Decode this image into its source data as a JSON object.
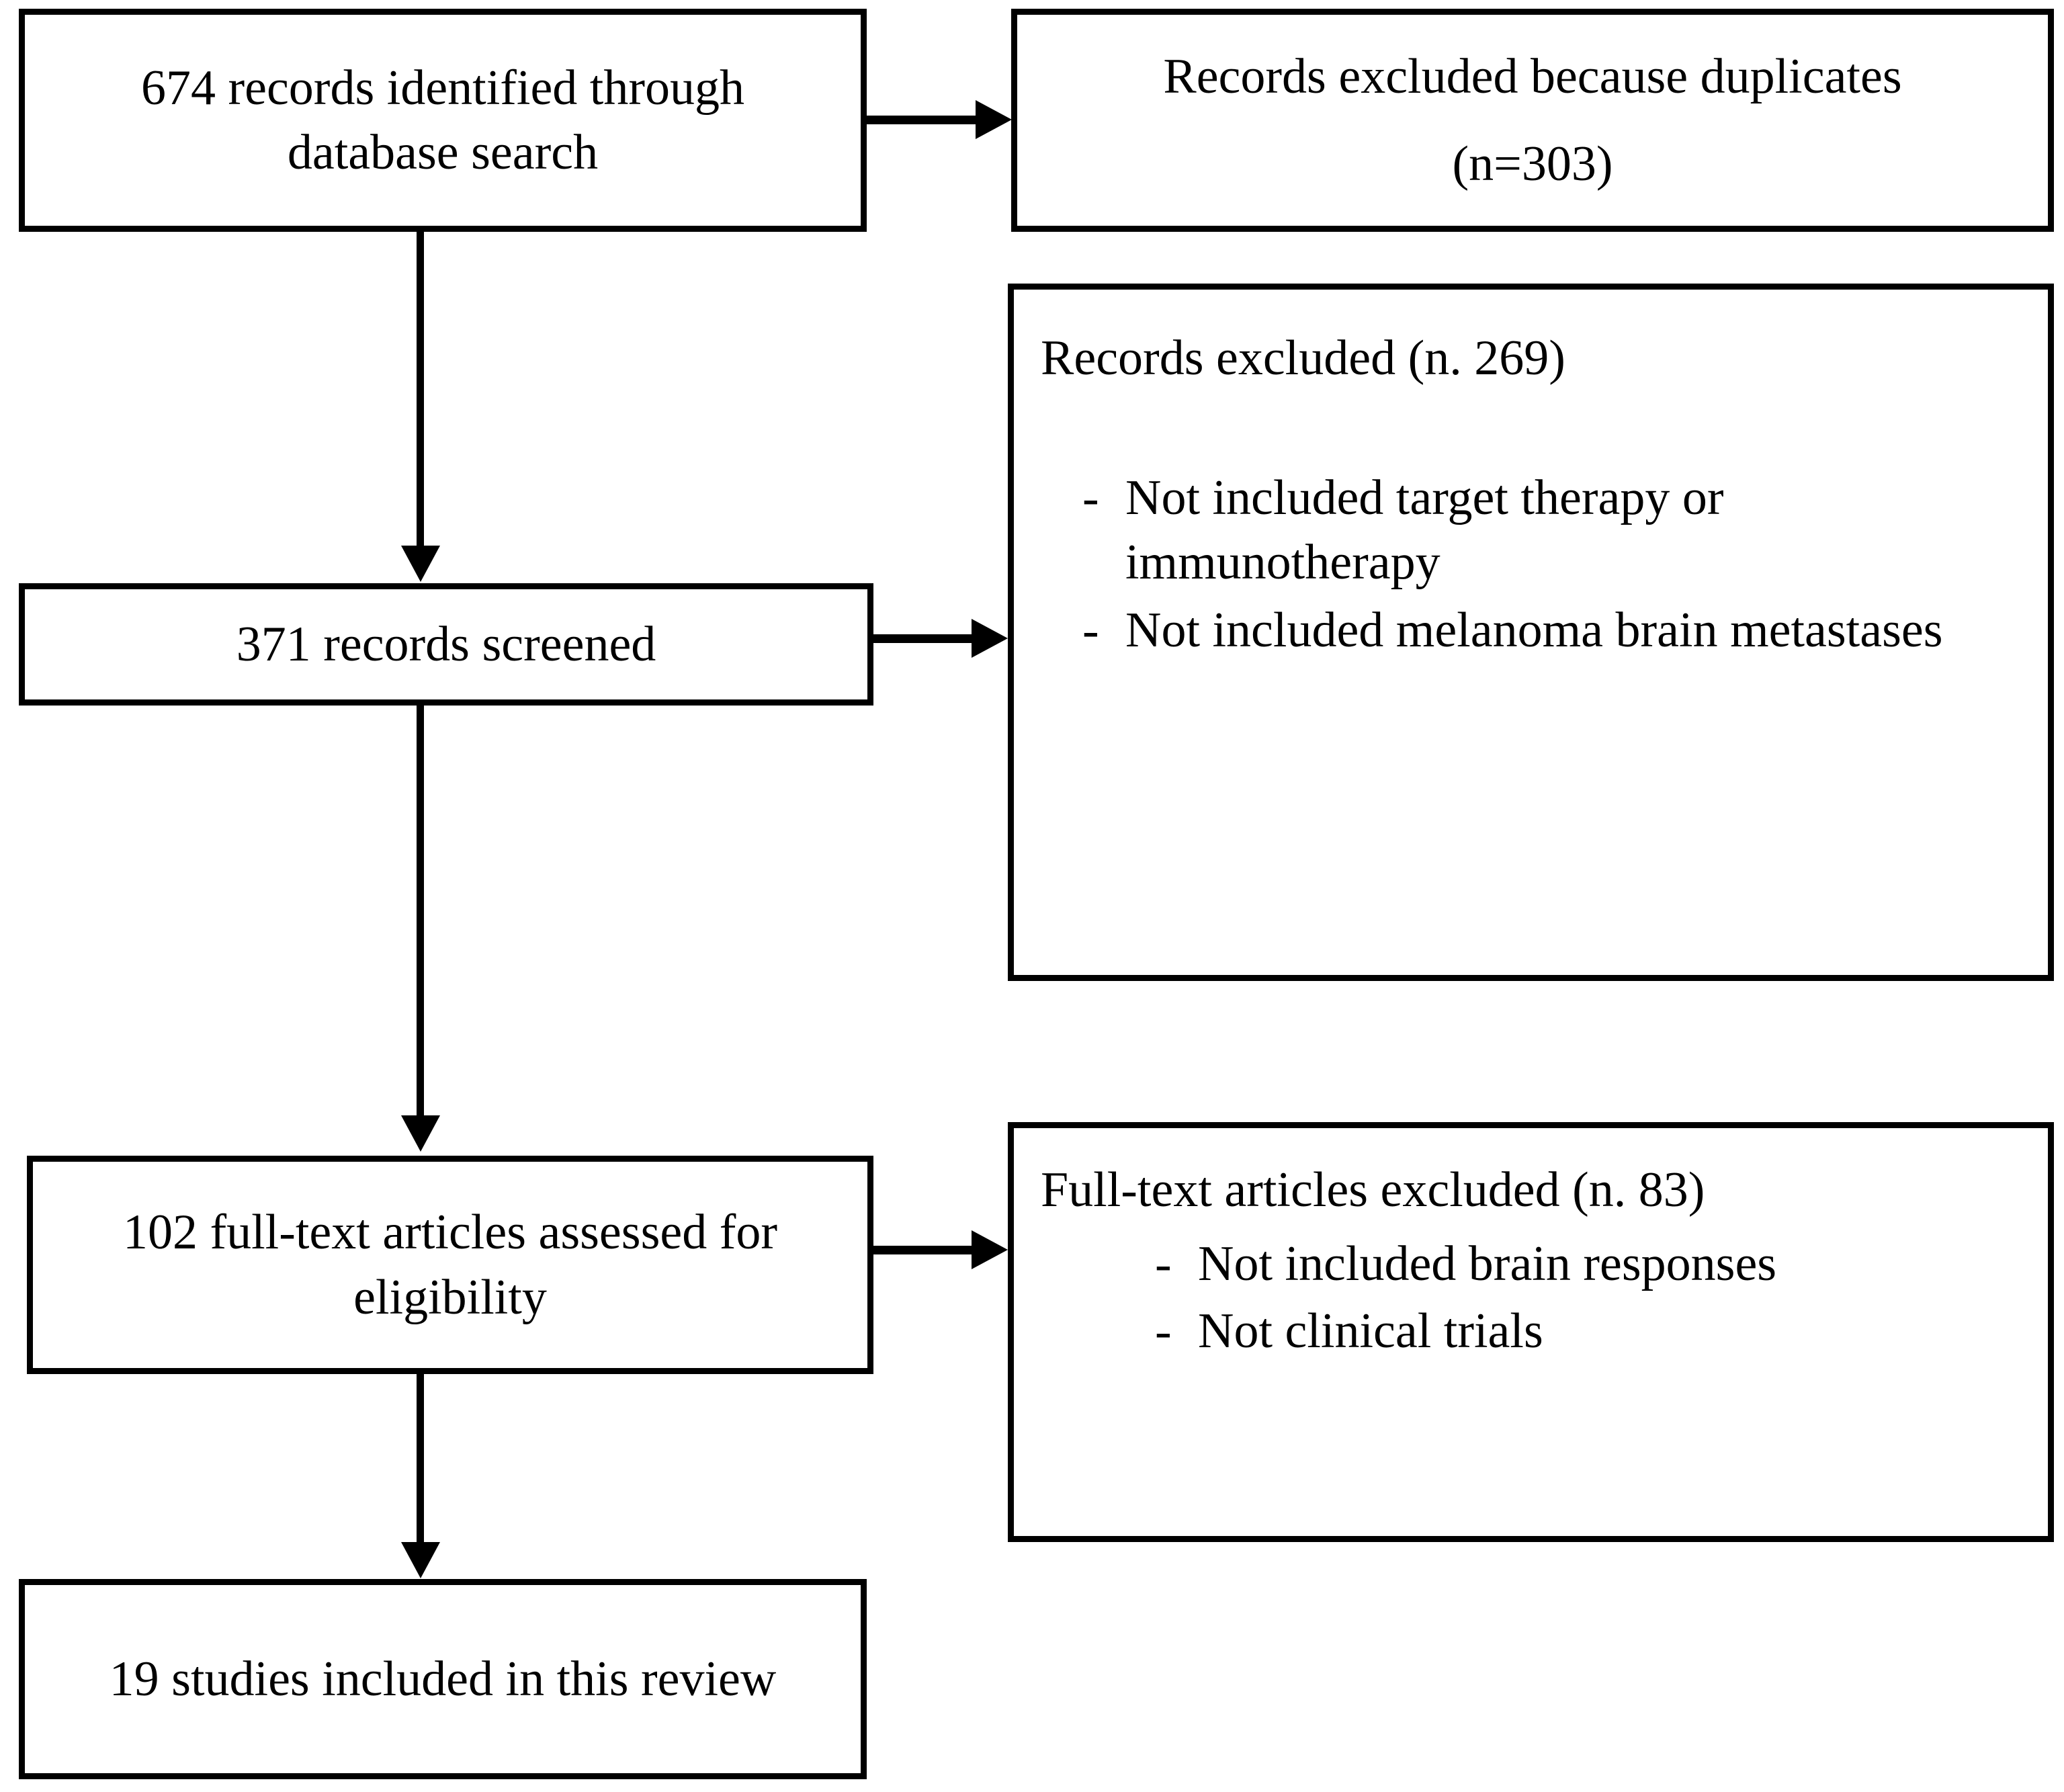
{
  "diagram": {
    "type": "prisma-flow-diagram",
    "title": "",
    "nodes": {
      "identification": {
        "id": "records-identified",
        "text": "674 records identified through database search",
        "count": 674
      },
      "duplicates_excluded": {
        "id": "records-excluded-duplicates",
        "line1": "Records excluded because duplicates",
        "line2": "(n=303)",
        "count": 303
      },
      "screening": {
        "id": "records-screened",
        "text": "371 records screened",
        "count": 371
      },
      "screening_excluded": {
        "id": "records-excluded-screening",
        "heading": "Records excluded (n. 269)",
        "count": 269,
        "reasons": [
          "Not included target therapy or immunotherapy",
          "Not included melanoma brain metastases"
        ],
        "bullet_marker": "-"
      },
      "eligibility": {
        "id": "full-text-assessed",
        "text": "102 full-text articles assessed for eligibility",
        "count": 102
      },
      "eligibility_excluded": {
        "id": "full-text-excluded",
        "heading": "Full-text articles excluded (n. 83)",
        "count": 83,
        "reasons": [
          "Not included brain responses",
          "Not clinical trials"
        ],
        "bullet_marker": "-"
      },
      "included": {
        "id": "studies-included",
        "text": "19 studies included in this review",
        "count": 19
      }
    },
    "colors": {
      "stroke": "#000000",
      "fill": "#ffffff",
      "text": "#000000"
    }
  }
}
